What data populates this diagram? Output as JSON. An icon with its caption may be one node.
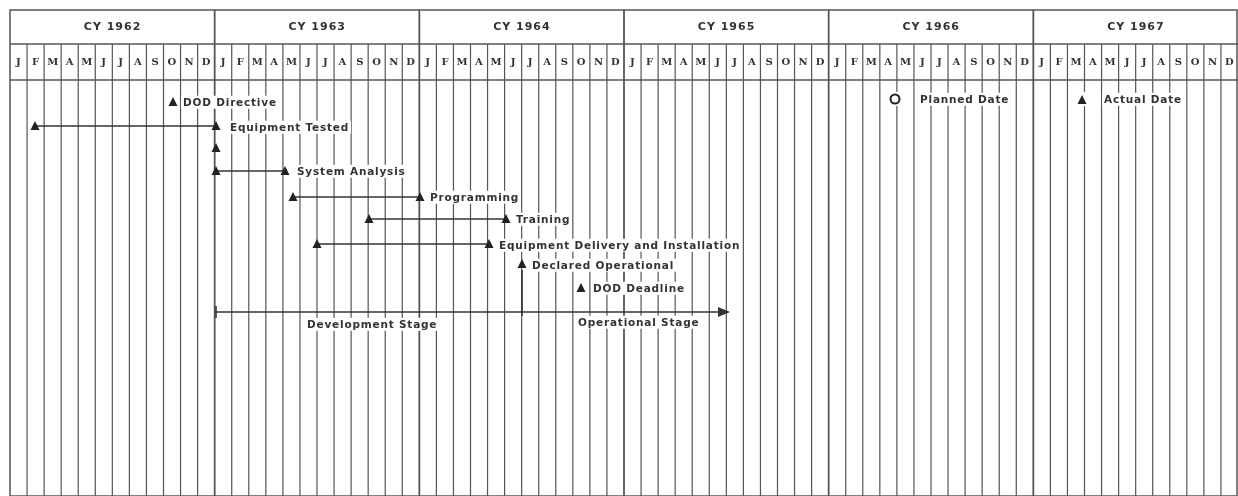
{
  "diagram": {
    "labels": [
      "CY 1962",
      "CY 1963",
      "CY 1964",
      "CY 1965",
      "CY 1966",
      "CY 1967",
      "J",
      "F",
      "M",
      "A",
      "M",
      "J",
      "J",
      "A",
      "S",
      "O",
      "N",
      "D",
      "J",
      "F",
      "M",
      "A",
      "M",
      "J",
      "J",
      "A",
      "S",
      "O",
      "N",
      "D",
      "J",
      "F",
      "M",
      "A",
      "M",
      "J",
      "J",
      "A",
      "S",
      "O",
      "N",
      "D",
      "J",
      "F",
      "M",
      "A",
      "M",
      "J",
      "J",
      "A",
      "S",
      "O",
      "N",
      "D",
      "J",
      "F",
      "M",
      "A",
      "M",
      "J",
      "J",
      "A",
      "S",
      "O",
      "N",
      "D",
      "J",
      "F",
      "M",
      "A",
      "M",
      "J",
      "J",
      "A",
      "S",
      "O",
      "N",
      "D",
      "DOD Directive",
      "Equipment Tested",
      "System Analysis",
      "Programming",
      "Training",
      "Equipment Delivery and Installation",
      "Declared Operational",
      "DOD Deadline",
      "Development Stage",
      "Operational Stage"
    ],
    "legend": [
      {
        "text": "Planned Date"
      },
      {
        "text": "Actual Date"
      }
    ]
  }
}
